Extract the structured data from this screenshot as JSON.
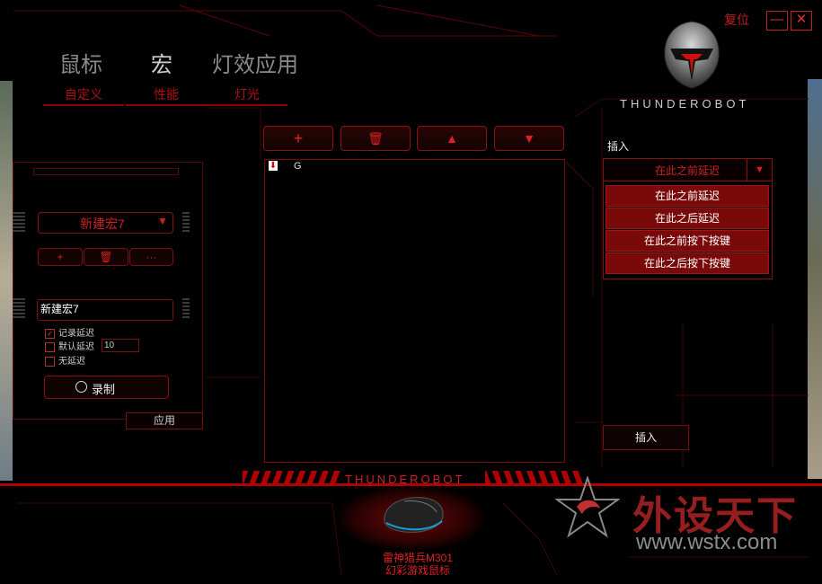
{
  "window": {
    "reset_label": "复位",
    "minimize_glyph": "—",
    "close_glyph": "✕"
  },
  "logo": {
    "brand": "THUNDEROBOT",
    "bottom_brand": "THUNDEROBOT"
  },
  "main_nav": [
    {
      "label": "鼠标"
    },
    {
      "label": "宏"
    },
    {
      "label": "灯效应用"
    }
  ],
  "sub_tabs": [
    {
      "label": "自定义"
    },
    {
      "label": "性能"
    },
    {
      "label": "灯光"
    }
  ],
  "toolbar": {
    "add_glyph": "+",
    "delete_glyph": "🗑",
    "up_glyph": "▲",
    "down_glyph": "▼"
  },
  "macro_list": {
    "items": [
      {
        "icon": "key-down-icon",
        "label": "G"
      }
    ]
  },
  "left_panel": {
    "macro_select": "新建宏7",
    "add_glyph": "+",
    "delete_glyph": "🗑",
    "more_glyph": "···",
    "macro_name": "新建宏7",
    "options": [
      {
        "label": "记录延迟",
        "checked": true
      },
      {
        "label": "默认延迟",
        "checked": false
      },
      {
        "label": "无延迟",
        "checked": false
      }
    ],
    "default_delay_value": "10",
    "record_label": "录制",
    "apply_label": "应用"
  },
  "insert_panel": {
    "title": "插入",
    "selected": "在此之前延迟",
    "options": [
      "在此之前延迟",
      "在此之后延迟",
      "在此之前按下按键",
      "在此之后按下按键"
    ],
    "insert_button": "插入"
  },
  "product": {
    "name_line1": "雷神猎兵M301",
    "name_line2": "幻彩游戏鼠标"
  },
  "watermark": {
    "text": "外设天下",
    "url": "www.wstx.com"
  }
}
